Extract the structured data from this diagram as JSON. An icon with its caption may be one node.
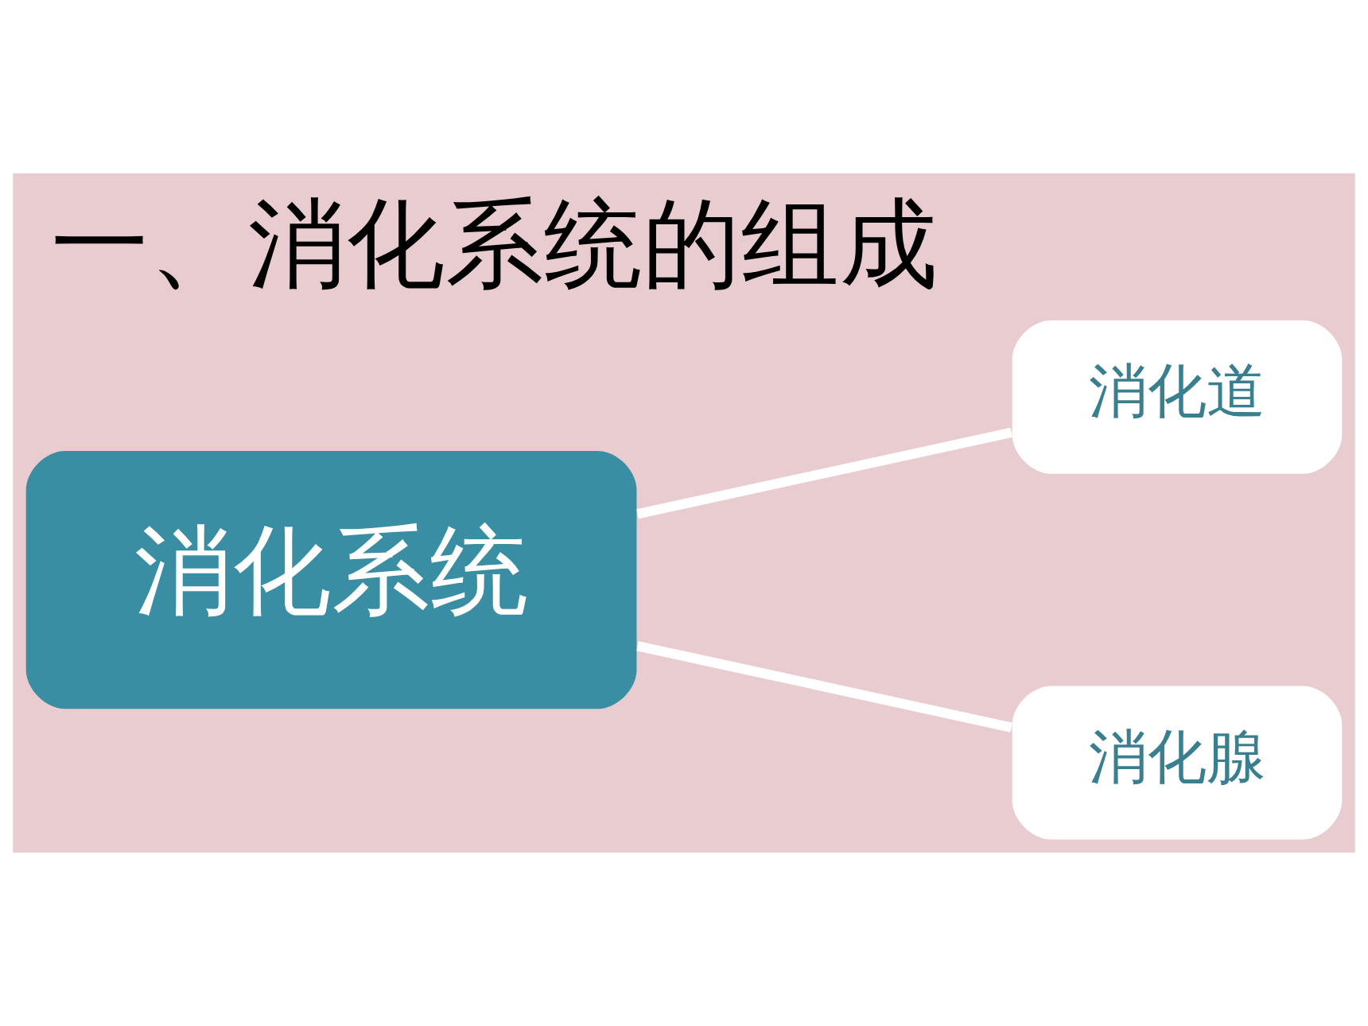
{
  "diagram": {
    "title": "一、消化系统的组成",
    "nodes": [
      {
        "text": [
          "消化系统"
        ]
      },
      {
        "text": [
          "消化道"
        ]
      },
      {
        "text": [
          "消化腺"
        ]
      }
    ],
    "edges": [
      {
        "from": 0,
        "to": 1,
        "arrow": "none"
      },
      {
        "from": 0,
        "to": 2,
        "arrow": "none"
      }
    ]
  }
}
